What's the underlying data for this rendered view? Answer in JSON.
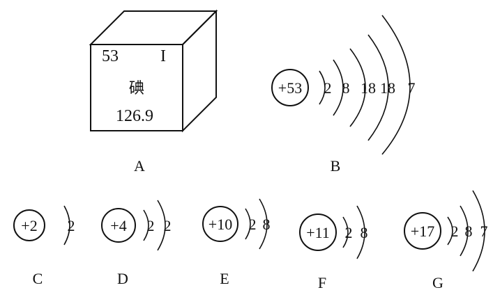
{
  "element_card": {
    "atomic_number": "53",
    "symbol": "I",
    "name": "碘",
    "atomic_mass": "126.9",
    "label": "A"
  },
  "iodine_structure": {
    "nucleus": "+53",
    "shells": [
      "2",
      "8",
      "18",
      "18",
      "7"
    ],
    "label": "B"
  },
  "atoms": [
    {
      "nucleus": "+2",
      "shells": [
        "2"
      ],
      "label": "C"
    },
    {
      "nucleus": "+4",
      "shells": [
        "2",
        "2"
      ],
      "label": "D"
    },
    {
      "nucleus": "+10",
      "shells": [
        "2",
        "8"
      ],
      "label": "E"
    },
    {
      "nucleus": "+11",
      "shells": [
        "2",
        "8"
      ],
      "label": "F"
    },
    {
      "nucleus": "+17",
      "shells": [
        "2",
        "8",
        "7"
      ],
      "label": "G"
    }
  ]
}
